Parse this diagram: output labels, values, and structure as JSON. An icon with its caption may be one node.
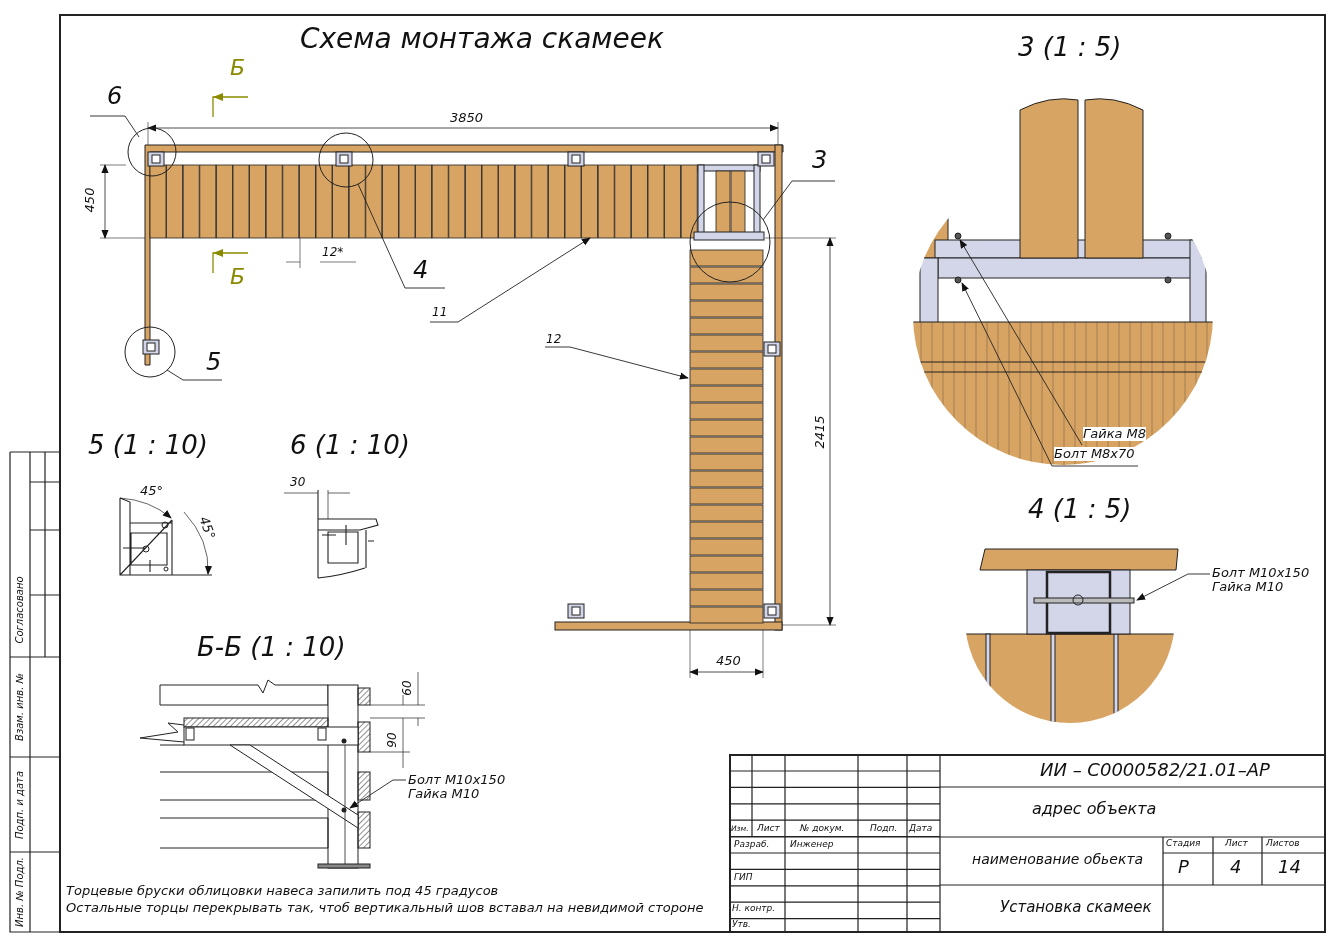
{
  "diagram": {
    "title": "Схема монтажа скамеек",
    "nodes": [
      {
        "text": [
          "6"
        ]
      },
      {
        "text": [],
        "shape": "circle"
      },
      {
        "text": [
          "4"
        ]
      },
      {
        "text": [],
        "shape": "circle"
      },
      {
        "text": [
          "3"
        ]
      },
      {
        "text": [],
        "shape": "circle"
      },
      {
        "text": [
          "5"
        ]
      },
      {
        "text": [],
        "shape": "circle"
      },
      {
        "text": [
          "11"
        ]
      },
      {
        "text": [
          "12"
        ]
      },
      {
        "text": [
          "Гайка M8"
        ]
      },
      {
        "text": [
          "Болт M8x70"
        ]
      },
      {
        "text": [
          "Болт M10x150 Гайка M10"
        ]
      },
      {
        "text": [
          "Болт M10x150 Гайка M10"
        ]
      }
    ],
    "edges": [
      {
        "from": 0,
        "to": 1,
        "arrow": "none"
      },
      {
        "from": 2,
        "to": 3,
        "arrow": "none"
      },
      {
        "from": 4,
        "to": 5,
        "arrow": "none"
      },
      {
        "from": 6,
        "to": 7,
        "arrow": "none"
      },
      {
        "from": 8,
        "to": null,
        "arrow": "to"
      },
      {
        "from": 9,
        "to": null,
        "arrow": "to"
      },
      {
        "from": 10,
        "to": null,
        "arrow": "to"
      },
      {
        "from": 11,
        "to": null,
        "arrow": "to"
      },
      {
        "from": 12,
        "to": null,
        "arrow": "to"
      },
      {
        "from": 13,
        "to": null,
        "arrow": "to"
      }
    ],
    "labels": [
      "Б",
      "3 (1 : 5)",
      "3850",
      "450",
      "12*",
      "Б",
      "5 (1 : 10)",
      "6 (1 : 10)",
      "2415",
      "45°",
      "45°",
      "30",
      "4 (1 : 5)",
      "Б-Б (1 : 10)",
      "450",
      "60",
      "90",
      "Торцевые бруски облицовки навеса запилить под 45 градусов",
      "Остальные торцы перекрывать так, чтоб вертикальный шов вставал на невидимой стороне",
      "ИИ – С0000582/21.01–АР",
      "адрес объекта",
      "Изм.",
      "Лист",
      "№ докум.",
      "Подп.",
      "Дата",
      "Разраб.",
      "Инженер",
      "наименование обьекта",
      "Стадия",
      "Лист",
      "Листов",
      "Р",
      "4",
      "14",
      "ГИП",
      "Н. контр.",
      "Утв.",
      "Установка скамеек",
      "Согласовано",
      "Взам. инв. №",
      "Подп. и дата",
      "Инв. № Подл."
    ]
  }
}
